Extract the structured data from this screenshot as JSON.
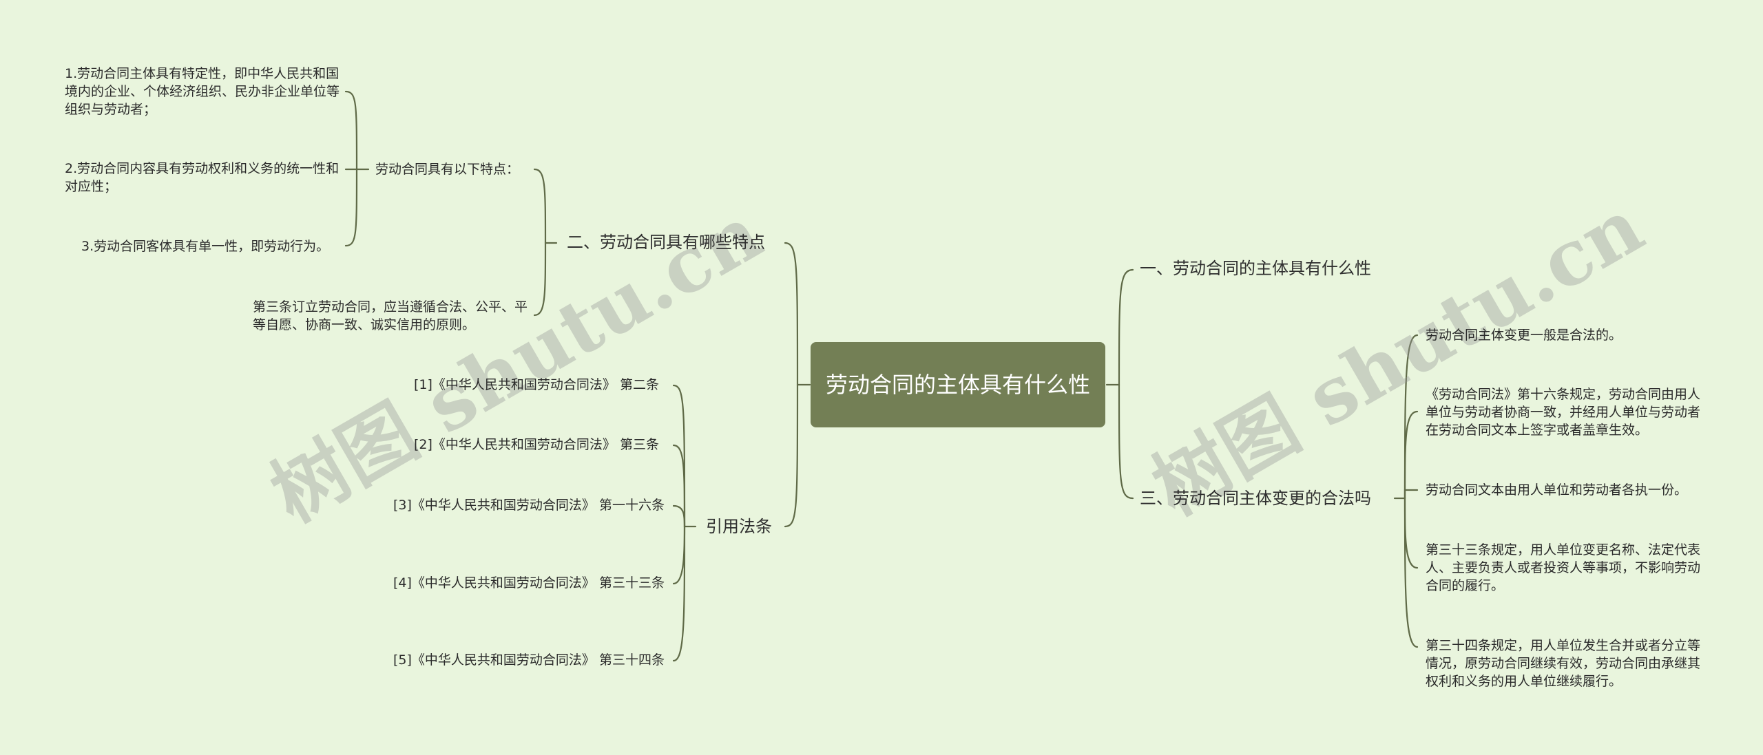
{
  "root": {
    "label": "劳动合同的主体具有什么性"
  },
  "branches": {
    "b1": {
      "label": "一、劳动合同的主体具有什么性"
    },
    "b2": {
      "label": "二、劳动合同具有哪些特点"
    },
    "b3": {
      "label": "三、劳动合同主体变更的合法吗"
    },
    "b4": {
      "label": "引用法条"
    }
  },
  "b2_children": {
    "features_intro": "劳动合同具有以下特点：",
    "article3": "第三条订立劳动合同，应当遵循合法、公平、平等自愿、协商一致、诚实信用的原则。",
    "features": [
      "1.劳动合同主体具有特定性，即中华人民共和国境内的企业、个体经济组织、民办非企业单位等组织与劳动者；",
      "2.劳动合同内容具有劳动权利和义务的统一性和对应性；",
      "3.劳动合同客体具有单一性，即劳动行为。"
    ]
  },
  "b3_children": [
    "劳动合同主体变更一般是合法的。",
    "《劳动合同法》第十六条规定，劳动合同由用人单位与劳动者协商一致，并经用人单位与劳动者在劳动合同文本上签字或者盖章生效。",
    "劳动合同文本由用人单位和劳动者各执一份。",
    "第三十三条规定，用人单位变更名称、法定代表人、主要负责人或者投资人等事项，不影响劳动合同的履行。",
    "第三十四条规定，用人单位发生合并或者分立等情况，原劳动合同继续有效，劳动合同由承继其权利和义务的用人单位继续履行。"
  ],
  "b4_children": [
    "[1]《中华人民共和国劳动合同法》 第二条",
    "[2]《中华人民共和国劳动合同法》 第三条",
    "[3]《中华人民共和国劳动合同法》 第一十六条",
    "[4]《中华人民共和国劳动合同法》 第三十三条",
    "[5]《中华人民共和国劳动合同法》 第三十四条"
  ],
  "watermark": [
    "树图 shutu.cn",
    "树图 shutu.cn"
  ],
  "colors": {
    "background": "#e9f5dd",
    "root_fill": "#737f55",
    "line": "#5f6a47",
    "text": "#2b2b2b"
  }
}
